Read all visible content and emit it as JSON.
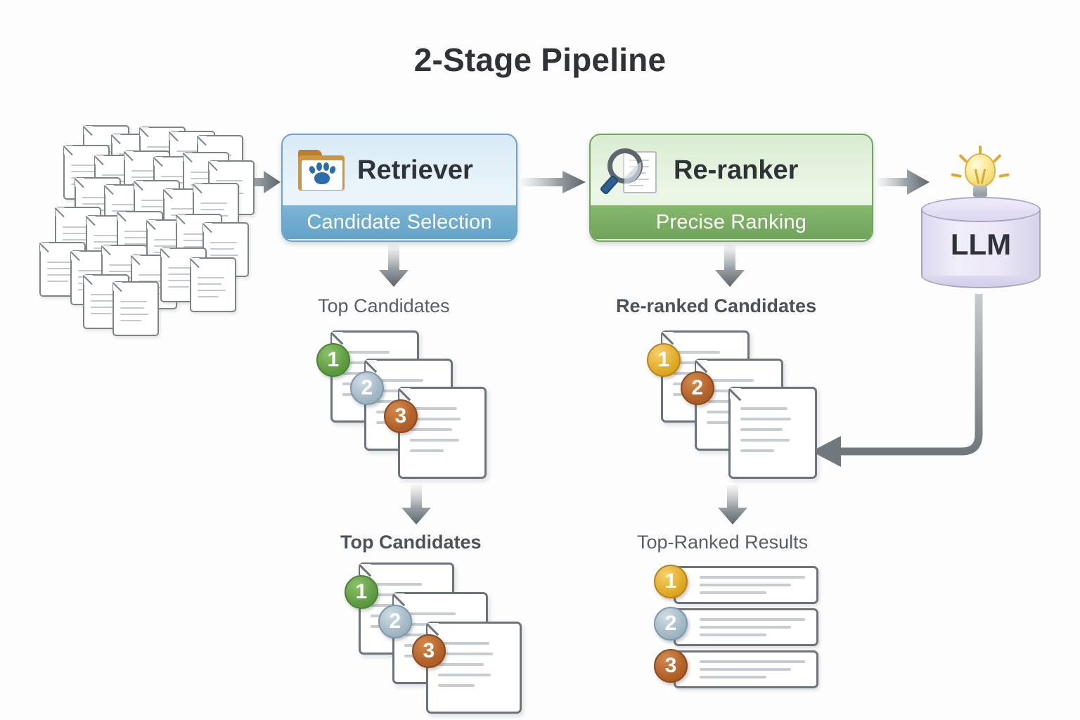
{
  "title": "2-Stage Pipeline",
  "source": {
    "name": "document-corpus",
    "doc_count": 30
  },
  "stages": [
    {
      "id": "retriever",
      "label": "Retriever",
      "sublabel": "Candidate Selection",
      "icon": "folder-paw-icon",
      "accent": "#6aa6c8",
      "foot_color": "#6fa9cd"
    },
    {
      "id": "reranker",
      "label": "Re-ranker",
      "sublabel": "Precise Ranking",
      "icon": "magnifier-document-icon",
      "accent": "#74a55f",
      "foot_color": "#79ad62"
    }
  ],
  "llm": {
    "label": "LLM",
    "icon": "lightbulb-icon",
    "shape": "database-cylinder",
    "color": "#ded9f0"
  },
  "sections": [
    {
      "id": "top-candidates-upper",
      "label": "Top Candidates",
      "bold": false
    },
    {
      "id": "re-ranked-candidates",
      "label": "Re-ranked Candidates",
      "bold": true
    },
    {
      "id": "top-candidates-lower",
      "label": "Top Candidates",
      "bold": true
    },
    {
      "id": "top-ranked-results",
      "label": "Top-Ranked Results",
      "bold": false
    }
  ],
  "badges": {
    "green": "#62a046",
    "silver": "#a6bbc8",
    "bronze": "#b5652b",
    "gold": "#e3ae2b"
  },
  "stacks": {
    "top_candidates_upper": [
      {
        "rank": "1",
        "color": "green"
      },
      {
        "rank": "2",
        "color": "silver"
      },
      {
        "rank": "3",
        "color": "bronze"
      }
    ],
    "re_ranked_candidates": [
      {
        "rank": "1",
        "color": "gold"
      },
      {
        "rank": "2",
        "color": "bronze"
      },
      {
        "rank": "",
        "color": "none"
      }
    ],
    "top_candidates_lower": [
      {
        "rank": "1",
        "color": "green"
      },
      {
        "rank": "2",
        "color": "silver"
      },
      {
        "rank": "3",
        "color": "bronze"
      }
    ],
    "top_ranked_results": [
      {
        "rank": "1",
        "color": "gold"
      },
      {
        "rank": "2",
        "color": "silver"
      },
      {
        "rank": "3",
        "color": "bronze"
      }
    ]
  },
  "connectors": [
    {
      "name": "corpus-to-retriever",
      "direction": "right"
    },
    {
      "name": "retriever-to-reranker",
      "direction": "right"
    },
    {
      "name": "reranker-to-llm",
      "direction": "right"
    },
    {
      "name": "retriever-to-top-candidates",
      "direction": "down"
    },
    {
      "name": "reranker-to-re-ranked-candidates",
      "direction": "down"
    },
    {
      "name": "top-candidates-to-top-candidates",
      "direction": "down"
    },
    {
      "name": "re-ranked-to-top-ranked-results",
      "direction": "down"
    },
    {
      "name": "llm-feedback-to-re-ranked",
      "direction": "left"
    }
  ]
}
